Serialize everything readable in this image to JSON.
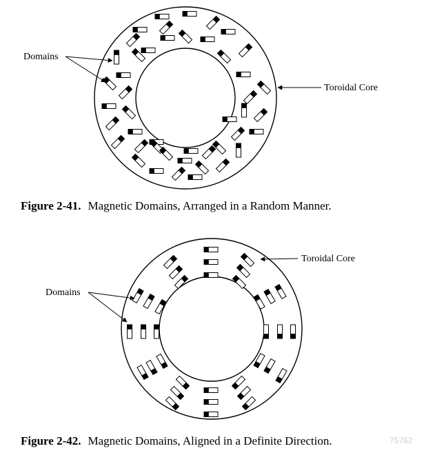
{
  "figure1": {
    "domains_label": "Domains",
    "core_label": "Toroidal Core",
    "caption_number": "Figure 2-41.",
    "caption_text": "Magnetic Domains, Arranged in a Random Manner."
  },
  "figure2": {
    "domains_label": "Domains",
    "core_label": "Toroidal Core",
    "caption_number": "Figure 2-42.",
    "caption_text": "Magnetic Domains, Aligned in a Definite Direction."
  },
  "watermark": "75762",
  "colors": {
    "ink": "#000000",
    "fill": "#ffffff"
  }
}
